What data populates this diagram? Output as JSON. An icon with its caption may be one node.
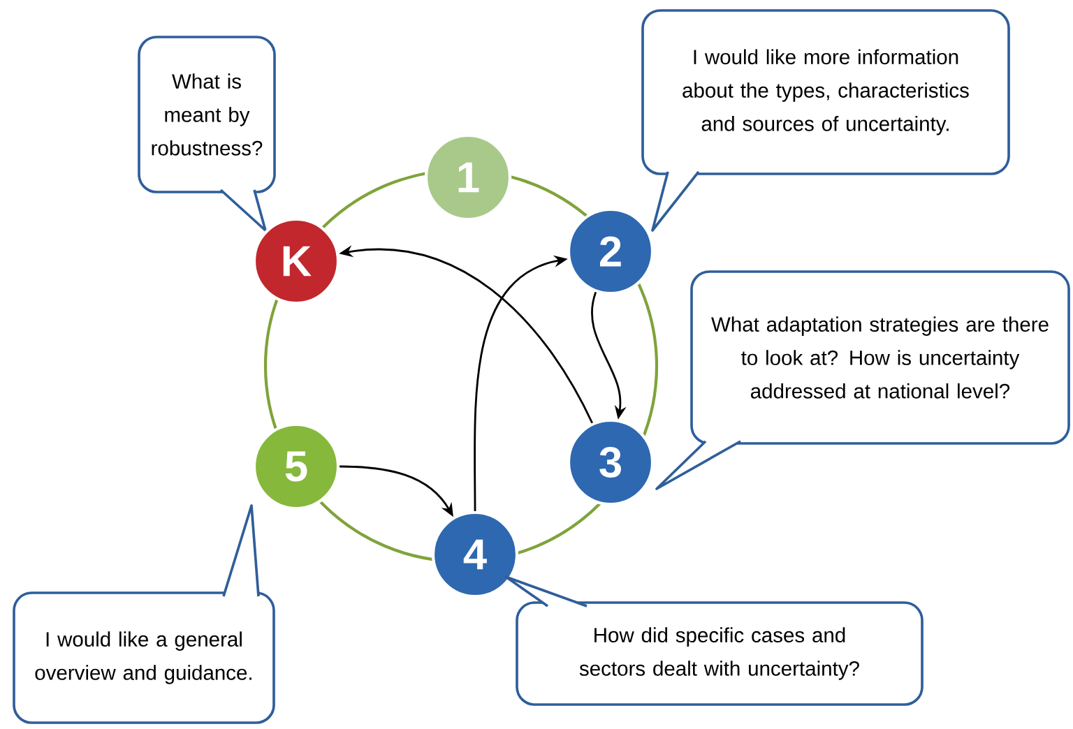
{
  "diagram": {
    "nodes": [
      {
        "text": [
          "What is meant by robustness?"
        ]
      },
      {
        "text": [
          "I would like more information about the types, characteristics and sources of uncertainty."
        ]
      },
      {
        "text": [
          "1"
        ]
      },
      {
        "text": [
          "K"
        ]
      },
      {
        "text": [
          "2"
        ]
      },
      {
        "text": [
          "What adaptation strategies are there to look at? How is uncertainty addressed at national level?"
        ]
      },
      {
        "text": [
          "5"
        ]
      },
      {
        "text": [
          "3"
        ]
      },
      {
        "text": [
          "4"
        ]
      },
      {
        "text": [
          "I would like a general overview and guidance."
        ]
      },
      {
        "text": [
          "How did specific cases and sectors dealt with uncertainty?"
        ]
      }
    ],
    "edges": [
      {
        "from": 7,
        "to": 3,
        "arrow": "to"
      },
      {
        "from": 4,
        "to": 7,
        "arrow": "to"
      },
      {
        "from": 8,
        "to": 4,
        "arrow": "to"
      },
      {
        "from": 6,
        "to": 8,
        "arrow": "to"
      }
    ]
  }
}
